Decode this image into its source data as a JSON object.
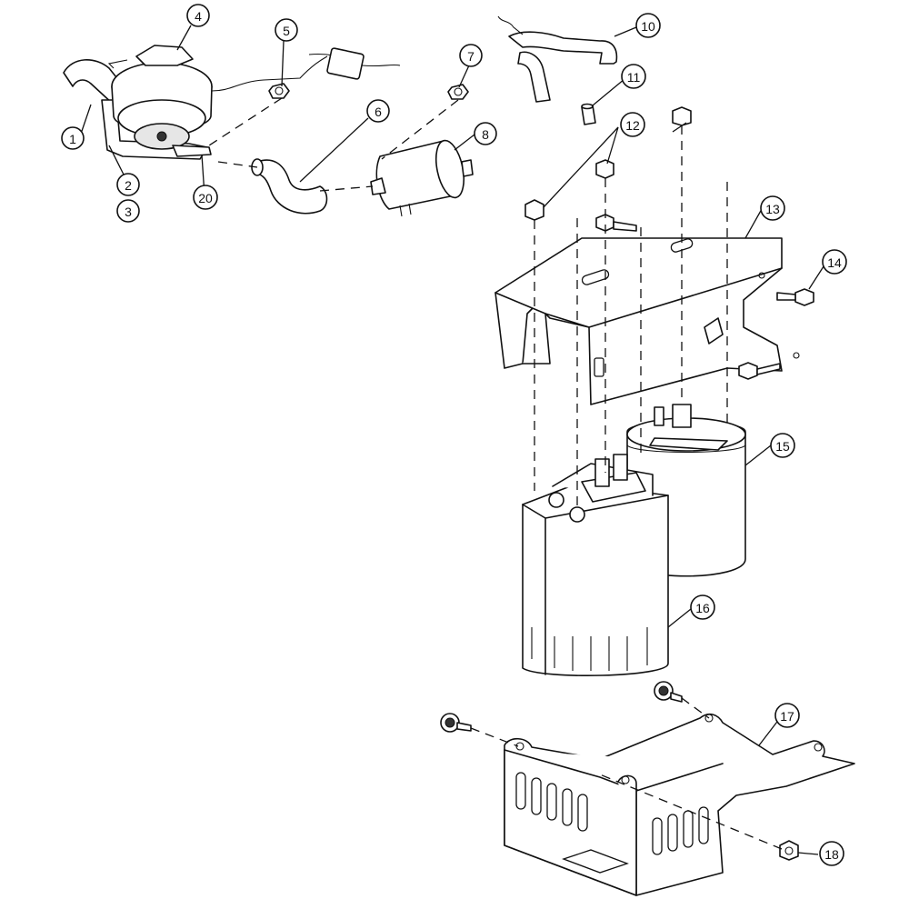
{
  "diagram": {
    "callouts": [
      {
        "id": "c1",
        "label": "1"
      },
      {
        "id": "c2",
        "label": "2"
      },
      {
        "id": "c3",
        "label": "3"
      },
      {
        "id": "c4",
        "label": "4"
      },
      {
        "id": "c5",
        "label": "5"
      },
      {
        "id": "c6",
        "label": "6"
      },
      {
        "id": "c7",
        "label": "7"
      },
      {
        "id": "c8",
        "label": "8"
      },
      {
        "id": "c10",
        "label": "10"
      },
      {
        "id": "c11",
        "label": "11"
      },
      {
        "id": "c12",
        "label": "12"
      },
      {
        "id": "c13",
        "label": "13"
      },
      {
        "id": "c14",
        "label": "14"
      },
      {
        "id": "c15",
        "label": "15"
      },
      {
        "id": "c16",
        "label": "16"
      },
      {
        "id": "c17",
        "label": "17"
      },
      {
        "id": "c18",
        "label": "18"
      },
      {
        "id": "c20",
        "label": "20"
      }
    ]
  }
}
